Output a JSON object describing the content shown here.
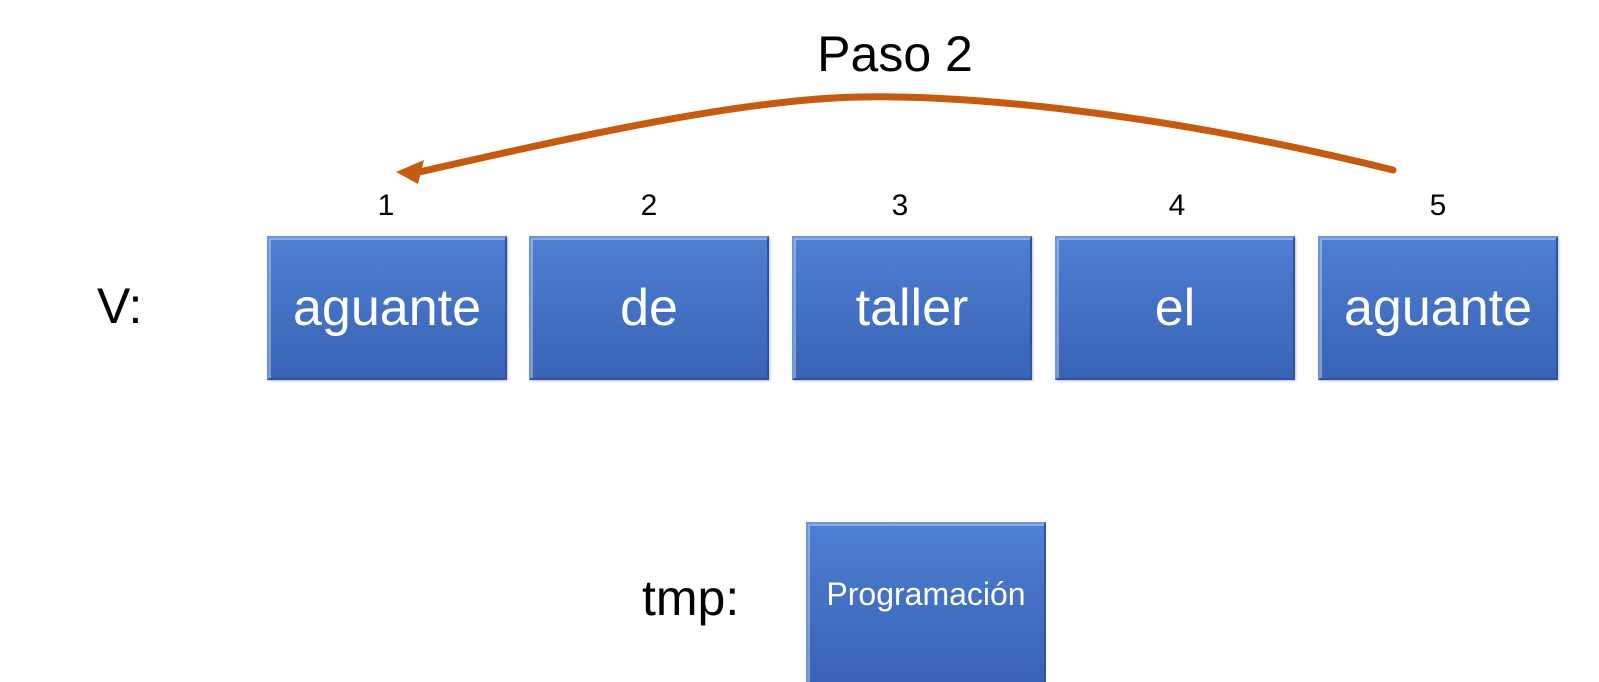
{
  "title": "Paso 2",
  "vector": {
    "label": "V:",
    "indices": [
      "1",
      "2",
      "3",
      "4",
      "5"
    ],
    "cells": [
      "aguante",
      "de",
      "taller",
      "el",
      "aguante"
    ]
  },
  "tmp": {
    "label": "tmp:",
    "value": "Programación"
  },
  "colors": {
    "cell_fill": "#4472c4",
    "arrow": "#c55a11",
    "text": "#000000",
    "cell_text": "#ffffff"
  }
}
